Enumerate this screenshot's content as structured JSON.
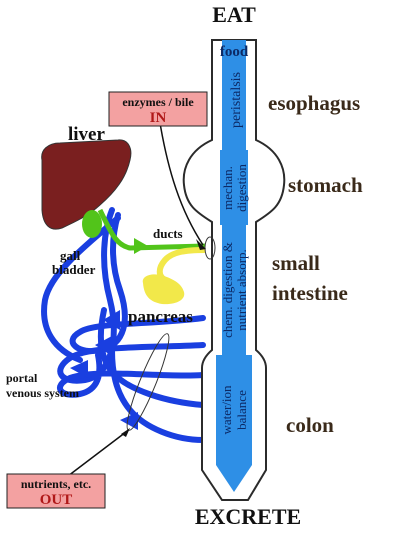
{
  "title_top": "EAT",
  "title_bottom": "EXCRETE",
  "tube_labels": {
    "food": "food",
    "peristalsis": "peristalsis",
    "mechan": "mechan.",
    "digestion": "digestion",
    "chem_line1": "chem. digestion &",
    "chem_line2": "nutrient absorp.",
    "water_line1": "water/ion",
    "water_line2": "balance"
  },
  "region_labels": {
    "esophagus": "esophagus",
    "stomach": "stomach",
    "small_line1": "small",
    "small_line2": "intestine",
    "colon": "colon"
  },
  "organ_labels": {
    "liver": "liver",
    "gall_line1": "gall",
    "gall_line2": "bladder",
    "ducts": "ducts",
    "pancreas": "pancreas",
    "portal_line1": "portal",
    "portal_line2": "venous system"
  },
  "boxes": {
    "in_line1": "enzymes / bile",
    "in_line2": "IN",
    "out_line1": "nutrients, etc.",
    "out_line2": "OUT"
  },
  "colors": {
    "tube_blue": "#2e8fe6",
    "vein_blue": "#1a3fe0",
    "liver_brown": "#7a1f1f",
    "gall_green": "#52c41a",
    "pancreas_yellow": "#f2e84a",
    "box_pink": "#f3a1a1",
    "box_text": "#b01818"
  }
}
